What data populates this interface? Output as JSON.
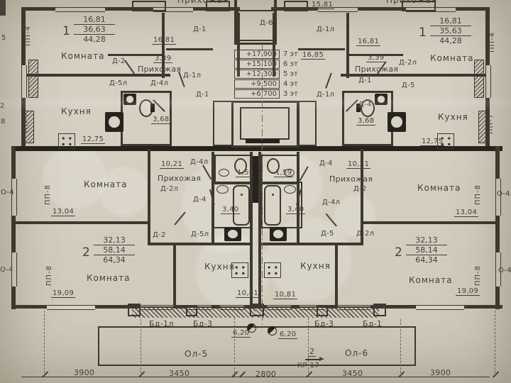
{
  "room_names": {
    "room": "Комната",
    "kitchen": "Кухня",
    "hall": "Прихожая"
  },
  "doors": {
    "d1": "Д-1",
    "d1l": "Д-1л",
    "d2": "Д-2",
    "d2l": "Д-2л",
    "d4": "Д-4",
    "d4l": "Д-4л",
    "d5": "Д-5",
    "d5l": "Д-5л",
    "d6": "Д-6"
  },
  "panels": {
    "pp4": "ПП-4",
    "pp7": "ПП-7",
    "pp8": "ПП-8",
    "o4": "О-4"
  },
  "areas": {
    "hall_top": "15,81",
    "landing": "16,85",
    "room1": "16,81",
    "hall1": "3,39",
    "bath1": "3,68",
    "kitchen1": "12,75",
    "hall2": "10,21",
    "wc": "1,59",
    "bath2": "3,40",
    "room2a": "13,04",
    "room2b": "19,09",
    "kitchen2": "10,81",
    "balcony": "6,20"
  },
  "units": {
    "u1l": {
      "num": "1",
      "l1": "16,81",
      "l2": "36,63",
      "l3": "44,28"
    },
    "u1r": {
      "num": "1",
      "l1": "16,81",
      "l2": "35,63",
      "l3": "44,28"
    },
    "u2l": {
      "num": "2",
      "l1": "32,13",
      "l2": "58,14",
      "l3": "64,34"
    },
    "u2r": {
      "num": "2",
      "l1": "32,13",
      "l2": "58,14",
      "l3": "64,34"
    }
  },
  "elevations": {
    "rows": [
      {
        "mark": "+17,900",
        "floor": "7 эт"
      },
      {
        "mark": "+15,100",
        "floor": "6 эт"
      },
      {
        "mark": "+12,300",
        "floor": "5 эт"
      },
      {
        "mark": "+9,500",
        "floor": "4 эт"
      },
      {
        "mark": "+6,700",
        "floor": "3 эт"
      }
    ]
  },
  "balconies": {
    "bd1": "Бд-1",
    "bd1l": "Бд-1л",
    "bd3": "Бд-3",
    "ol5": "Ол-5",
    "ol6": "Ол-6",
    "note_num": "2",
    "note_ref": "КР-17"
  },
  "dims": {
    "a": "3900",
    "b": "3450",
    "c": "2800",
    "d": "3450",
    "e": "3900"
  },
  "fragments": {
    "f1": "5",
    "f2": "2",
    "f3": "8"
  }
}
